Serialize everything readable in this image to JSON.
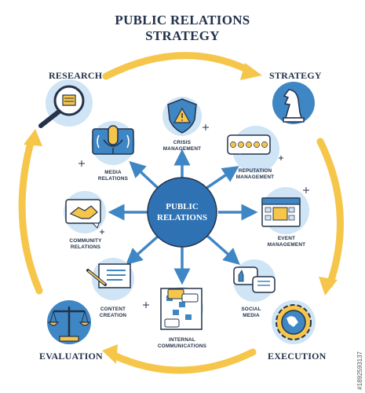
{
  "title_line1": "PUBLIC RELATIONS",
  "title_line2": "STRATEGY",
  "stages": {
    "research": "RESEARCH",
    "strategy": "STRATEGY",
    "execution": "EXECUTION",
    "evaluation": "EVALUATION"
  },
  "center": {
    "line1": "PUBLIC",
    "line2": "RELATIONS"
  },
  "activities": {
    "crisis": [
      "CRISIS",
      "MANAGEMENT"
    ],
    "reputation": [
      "REPUTATION",
      "MANAGEMENT"
    ],
    "event": [
      "EVENT",
      "MANAGEMENT"
    ],
    "social": [
      "SOCIAL",
      "MEDIA"
    ],
    "internal": [
      "INTERNAL",
      "COMMUNICATIONS"
    ],
    "content": [
      "CONTENT",
      "CREATION"
    ],
    "community": [
      "COMMUNITY",
      "RELATIONS"
    ],
    "media": [
      "MEDIA",
      "RELATIONS"
    ]
  },
  "watermark": "#1892593137",
  "colors": {
    "navy": "#24324a",
    "arrow_blue": "#3f86c4",
    "center_blue": "#2f72b4",
    "light_blue": "#cfe4f5",
    "cycle_yellow": "#f6c64a"
  }
}
